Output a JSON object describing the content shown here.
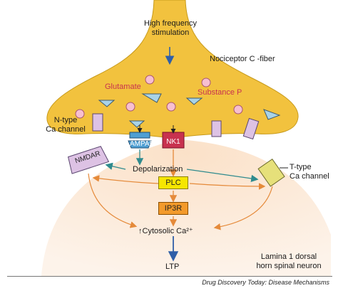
{
  "labels": {
    "stimulation_line1": "High frequency",
    "stimulation_line2": "stimulation",
    "fiber": "Nociceptor C -fiber",
    "glutamate": "Glutamate",
    "substance_p": "Substance P",
    "ntype_line1": "N-type",
    "ntype_line2": "Ca channel",
    "ampar": "AMPAR",
    "nk1": "NK1",
    "nmdar": "NMDAR",
    "depolarization": "Depolarization",
    "ttype_line1": "T-type",
    "ttype_line2": "Ca channel",
    "plc": "PLC",
    "ip3r": "IP3R",
    "cytosolic": "↑Cytosolic Ca²⁺",
    "ltp": "LTP",
    "neuron_line1": "Lamina 1 dorsal",
    "neuron_line2": "horn spinal neuron"
  },
  "footer": {
    "credit": "Drug Discovery Today: Disease Mechanisms"
  },
  "colors": {
    "terminal_fill": "#f2c23e",
    "neuron_fill": "#fbe5d2",
    "ampar_fill": "#4f9fd3",
    "nk1_fill": "#c8324f",
    "plc_fill": "#f6e600",
    "ip3r_fill": "#f39a2b",
    "channel_fill": "#ddc2e4",
    "orange_arrow": "#e58a3a",
    "teal_arrow": "#2f8b8e",
    "blue_arrow": "#2f5fa8"
  }
}
